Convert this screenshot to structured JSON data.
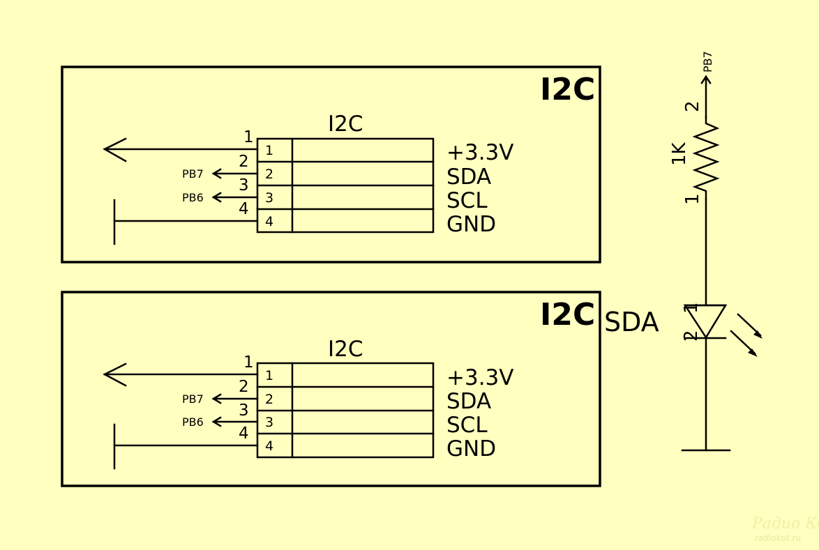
{
  "blocks": [
    {
      "title": "I2C",
      "connector_label": "I2C",
      "wire_pins": [
        "1",
        "2",
        "3",
        "4"
      ],
      "cell_pins": [
        "1",
        "2",
        "3",
        "4"
      ],
      "signals": [
        "+3.3V",
        "SDA",
        "SCL",
        "GND"
      ],
      "nets": [
        "PB7",
        "PB6"
      ]
    },
    {
      "title": "I2C",
      "connector_label": "I2C",
      "wire_pins": [
        "1",
        "2",
        "3",
        "4"
      ],
      "cell_pins": [
        "1",
        "2",
        "3",
        "4"
      ],
      "signals": [
        "+3.3V",
        "SDA",
        "SCL",
        "GND"
      ],
      "nets": [
        "PB7",
        "PB6"
      ]
    }
  ],
  "indicator": {
    "net": "PB7",
    "resistor_value": "1K",
    "resistor_pin_top": "2",
    "resistor_pin_bottom": "1",
    "led_label": "SDA",
    "led_pin_top": "1",
    "led_pin_bottom": "2"
  },
  "watermark": {
    "logo": "Радио КОТ",
    "site": "radiokot.ru"
  },
  "colors": {
    "background": "#ffffc0",
    "ink": "#000000"
  }
}
